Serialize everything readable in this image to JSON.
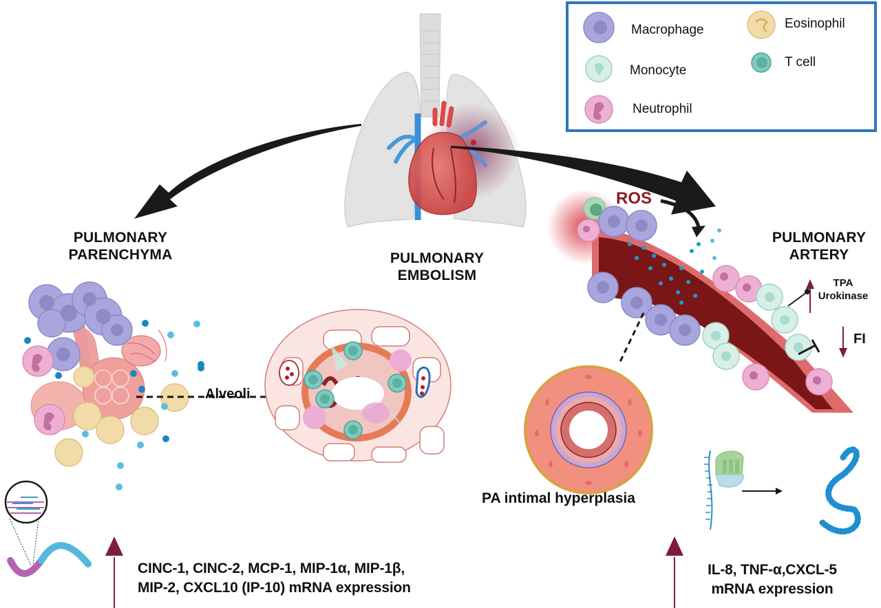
{
  "figure": {
    "center_label": [
      "PULMONARY",
      "EMBOLISM"
    ],
    "left_section": {
      "title": [
        "PULMONARY",
        "PARENCHYMA"
      ],
      "alveoli_label": "Alveoli",
      "gene_expression": [
        "CINC-1, CINC-2, MCP-1, MIP-1α, MIP-1β,",
        "MIP-2, CXCL10 (IP-10) mRNA expression"
      ],
      "direction": "up"
    },
    "right_section": {
      "title": [
        "PULMONARY",
        "ARTERY"
      ],
      "ros_label": "ROS",
      "tpa_label": [
        "TPA",
        "Urokinase"
      ],
      "tpa_direction": "up",
      "fi_label": "FI",
      "fi_direction": "down",
      "hyperplasia_label": "PA intimal hyperplasia",
      "gene_expression": [
        "IL-8, TNF-α,CXCL-5",
        "mRNA expression"
      ],
      "direction": "up"
    }
  },
  "legend": {
    "items": [
      {
        "label": "Macrophage",
        "icon": "macrophage-icon",
        "color": "#a9a6dd"
      },
      {
        "label": "Eosinophil",
        "icon": "eosinophil-icon",
        "color": "#f1dca9"
      },
      {
        "label": "Monocyte",
        "icon": "monocyte-icon",
        "color": "#d8efe8"
      },
      {
        "label": "T cell",
        "icon": "t-cell-icon",
        "color": "#7ecbc0"
      },
      {
        "label": "Neutrophil",
        "icon": "neutrophil-icon",
        "color": "#eeb0d2"
      }
    ],
    "border_color": "#2f76bb"
  },
  "colors": {
    "arrow": "#1a1a1a",
    "upregulation_arrow": "#7c1d3b",
    "ros": "#8c1c24",
    "blood": "#7b1616",
    "vessel_wall": "#d9585a",
    "particle_light": "#5bbde3",
    "particle_dark": "#1b87c2"
  }
}
